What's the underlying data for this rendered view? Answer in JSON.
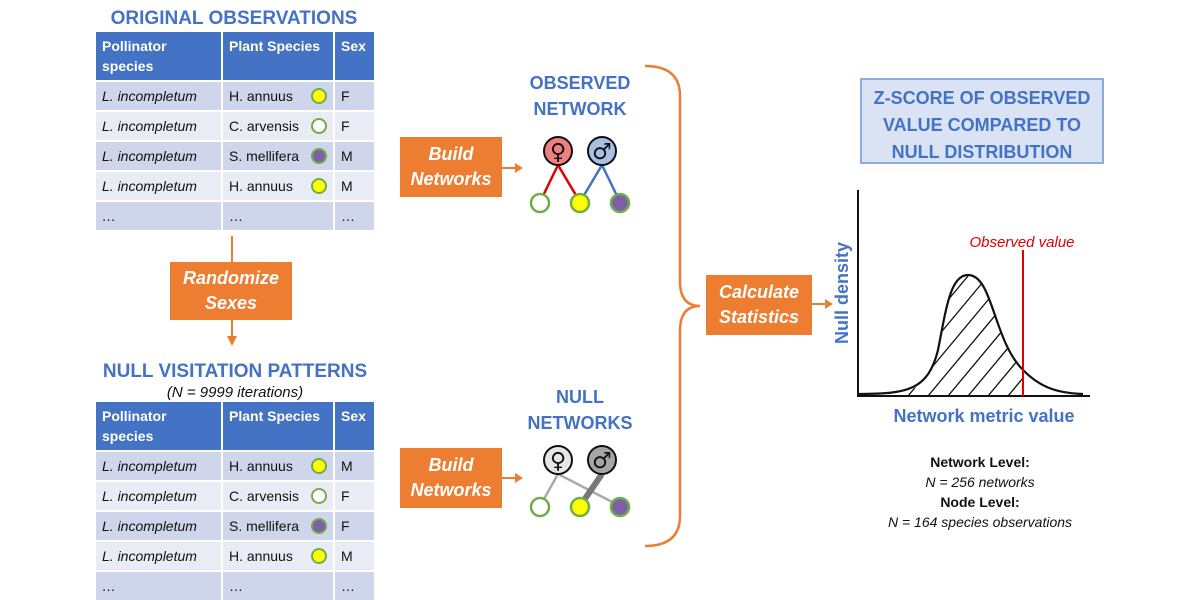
{
  "original": {
    "title": "ORIGINAL OBSERVATIONS",
    "headers": [
      "Pollinator species",
      "Plant Species",
      "Sex"
    ],
    "rows": [
      {
        "pollinator": "L. incompletum",
        "plant": "H. annuus",
        "dot": "yellow",
        "sex": "F"
      },
      {
        "pollinator": "L. incompletum",
        "plant": "C. arvensis",
        "dot": "white",
        "sex": "F"
      },
      {
        "pollinator": "L. incompletum",
        "plant": "S. mellifera",
        "dot": "purple",
        "sex": "M"
      },
      {
        "pollinator": "L. incompletum",
        "plant": "H. annuus",
        "dot": "yellow",
        "sex": "M"
      },
      {
        "pollinator": "…",
        "plant": "…",
        "dot": "",
        "sex": "…"
      }
    ]
  },
  "null_patterns": {
    "title": "NULL VISITATION PATTERNS",
    "note": "(N = 9999 iterations)",
    "headers": [
      "Pollinator species",
      "Plant Species",
      "Sex"
    ],
    "rows": [
      {
        "pollinator": "L. incompletum",
        "plant": "H. annuus",
        "dot": "yellow",
        "sex": "M"
      },
      {
        "pollinator": "L. incompletum",
        "plant": "C. arvensis",
        "dot": "white",
        "sex": "F"
      },
      {
        "pollinator": "L. incompletum",
        "plant": "S. mellifera",
        "dot": "purple",
        "sex": "F"
      },
      {
        "pollinator": "L. incompletum",
        "plant": "H. annuus",
        "dot": "yellow",
        "sex": "M"
      },
      {
        "pollinator": "…",
        "plant": "…",
        "dot": "",
        "sex": "…"
      }
    ]
  },
  "steps": {
    "randomize": "Randomize Sexes",
    "build_top": "Build Networks",
    "build_bottom": "Build Networks",
    "calculate": "Calculate Statistics"
  },
  "networks": {
    "observed_title": "OBSERVED NETWORK",
    "null_title": "NULL NETWORKS",
    "female_symbol": "♀",
    "male_symbol": "♂"
  },
  "result": {
    "zscore_box": "Z-SCORE OF OBSERVED VALUE COMPARED TO NULL DISTRIBUTION",
    "observed_label": "Observed value",
    "ylabel": "Null density",
    "xlabel": "Network metric value",
    "network_level_label": "Network Level:",
    "network_level_value": "N = 256 networks",
    "node_level_label": "Node Level:",
    "node_level_value": "N = 164 species observations"
  },
  "colors": {
    "blue": "#4472c4",
    "orange": "#ed7d31",
    "red": "#e00000",
    "female_fill": "#f08080",
    "male_fill": "#a9bfe3",
    "yellow": "#ffff00",
    "purple": "#7f5fa8",
    "green_outline": "#70ad47"
  }
}
